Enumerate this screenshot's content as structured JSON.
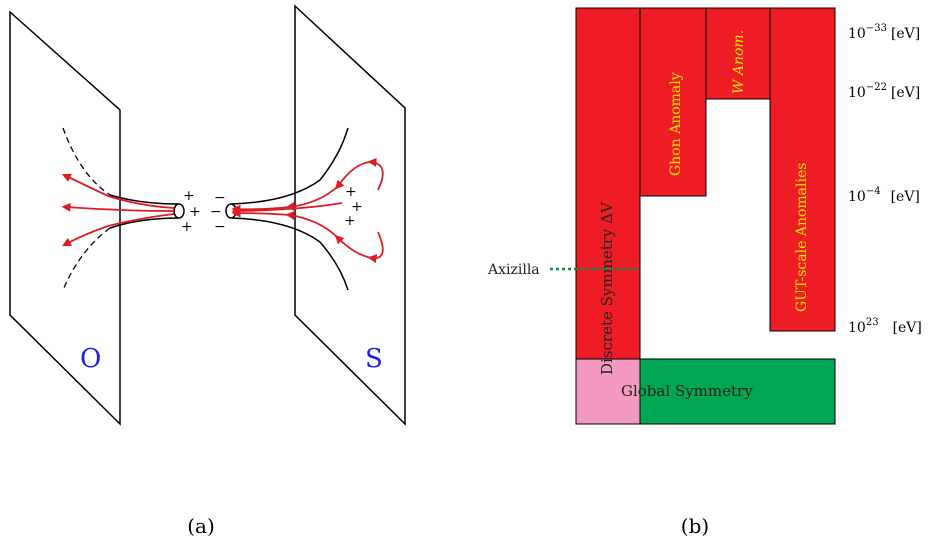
{
  "panel_a": {
    "caption": "(a)",
    "left_plane_label": "O",
    "right_plane_label": "S",
    "plus_sign": "+",
    "minus_sign": "−"
  },
  "panel_b": {
    "caption": "(b)",
    "discrete_symmetry_label": "Discrete Symmetry  ΔV",
    "ghon_anomaly_label": "Ghon Anomaly",
    "w_anom_label": "W Anom.",
    "gut_label": "GUT-scale Anomalies",
    "global_symmetry_label": "Global Symmetry",
    "axizilla_label": "Axizilla",
    "scale_ticks": [
      {
        "mantissa": "10",
        "exponent": "−33",
        "unit": "[eV]"
      },
      {
        "mantissa": "10",
        "exponent": "−22",
        "unit": "[eV]"
      },
      {
        "mantissa": "10",
        "exponent": "−4",
        "unit": "[eV]"
      },
      {
        "mantissa": "10",
        "exponent": "23",
        "unit": "[eV]"
      }
    ],
    "colors": {
      "red": "#ee1c25",
      "green": "#00a651",
      "pink": "#f49ac1",
      "label_yellow": "#f7e400",
      "axizilla_line": "#009444"
    }
  },
  "colors": {
    "field_lines": "#e01b24",
    "plane_labels": "#1c1cf0"
  }
}
